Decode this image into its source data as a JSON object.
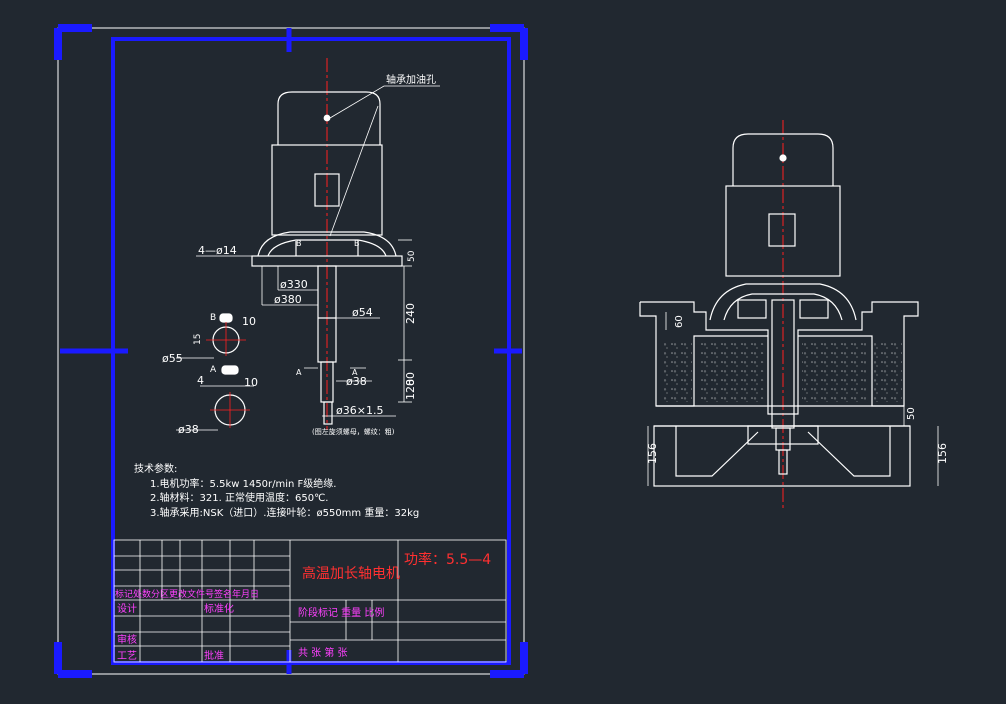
{
  "colors": {
    "background": "#212830",
    "border_blue": "#1a1aff",
    "line_white": "#ffffff",
    "centerline_red": "#ff2020",
    "title_red": "#ff3030",
    "magenta": "#ff40ff"
  },
  "annotations": {
    "oil_hole": "轴承加油孔",
    "holes": "4—ø14",
    "d330": "ø330",
    "d380": "ø380",
    "d54": "ø54",
    "d38": "ø38",
    "d36": "ø36×1.5",
    "dim_240": "240",
    "dim_80": "80",
    "dim_120": "120",
    "dim_50_top": "50",
    "section_b": "B",
    "section_a": "A",
    "d55": "ø55",
    "d38_small": "ø38",
    "dim_10a": "10",
    "dim_10b": "10",
    "dim_4": "4",
    "dim_15": "15",
    "note_small": "(图左旋须螺母，螺纹：粗)",
    "right_60": "60",
    "right_50": "50",
    "right_156_left": "156",
    "right_156_right": "156"
  },
  "tech": {
    "heading": "技术参数:",
    "line1": "1.电机功率：5.5kw    1450r/min   F级绝缘.",
    "line2": "2.轴材料：321.  正常使用温度：650℃.",
    "line3": "3.轴承采用:NSK（进口）.连接叶轮：ø550mm   重量：32kg"
  },
  "title_block": {
    "name": "高温加长轴电机",
    "power": "功率：5.5—4",
    "rev_header": "标记处数分区更改文件号签名年月日",
    "designer": "设计",
    "standard": "标准化",
    "reviewer": "审核",
    "process": "工艺",
    "approve": "批准",
    "stage_cols": "阶段标记  重量  比例",
    "sheets": "共    张  第    张"
  }
}
